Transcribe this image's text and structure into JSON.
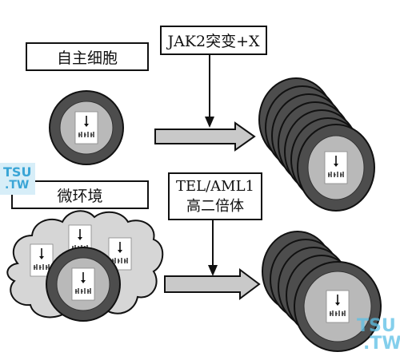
{
  "labels": {
    "autonomous_cell": "自主细胞",
    "jak2_mutation": "JAK2突变+X",
    "microenvironment": "微环境",
    "tel_aml1_line1": "TEL/AML1",
    "tel_aml1_line2": "高二倍体"
  },
  "watermark": {
    "line1": "TSU",
    "line2": ".TW"
  },
  "colors": {
    "outline": "#111111",
    "ring": "#555555",
    "inner_gray": "#b8b8b8",
    "arrow_fill": "#c9c9c9",
    "cloud_fill": "#d6d6d6",
    "watermark": "#4ab0d8"
  }
}
